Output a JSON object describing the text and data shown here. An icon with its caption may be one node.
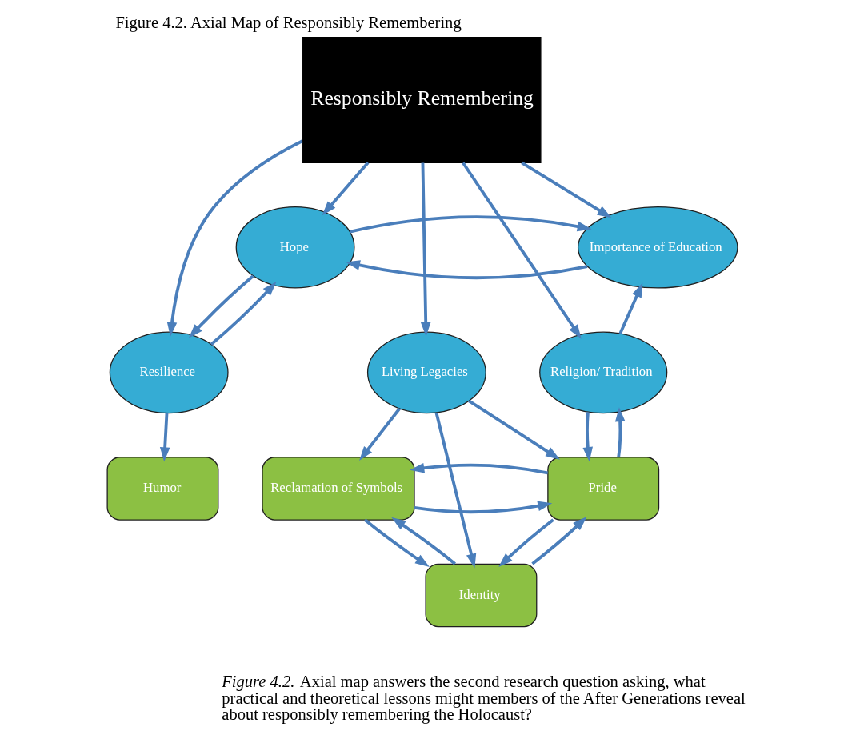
{
  "diagram": {
    "title": "Figure 4.2. Axial Map of Responsibly Remembering",
    "caption": "*Figure 4.2.* Axial map answers the second research question asking, what practical and theoretical lessons might members of the After Generations reveal about responsibly remembering the Holocaust?",
    "nodes": [
      {
        "text": [
          "Hope"
        ]
      },
      {
        "text": [
          "Importance of Education"
        ]
      },
      {
        "text": [
          "Responsibly Remembering"
        ]
      },
      {
        "text": [
          "Resilience"
        ]
      },
      {
        "text": [
          "Religion/ Tradition"
        ]
      },
      {
        "text": [
          "Living Legacies"
        ]
      },
      {
        "text": [
          "Humor"
        ]
      },
      {
        "text": [
          "Reclamation of Symbols"
        ]
      },
      {
        "text": [
          "Pride"
        ]
      },
      {
        "text": [
          "Identity"
        ]
      }
    ],
    "edges": [
      {
        "from": 1,
        "to": 0,
        "arrow": "to"
      },
      {
        "from": 0,
        "to": 1,
        "arrow": "to"
      },
      {
        "from": 2,
        "to": 0,
        "arrow": "to"
      },
      {
        "from": 2,
        "to": 1,
        "arrow": "to"
      },
      {
        "from": 3,
        "to": 0,
        "arrow": "to"
      },
      {
        "from": 0,
        "to": 3,
        "arrow": "to"
      },
      {
        "from": 2,
        "to": 3,
        "arrow": "to"
      },
      {
        "from": 4,
        "to": 1,
        "arrow": "to"
      },
      {
        "from": 2,
        "to": 4,
        "arrow": "to"
      },
      {
        "from": 2,
        "to": 5,
        "arrow": "to"
      },
      {
        "from": 3,
        "to": 6,
        "arrow": "to"
      },
      {
        "from": 5,
        "to": 7,
        "arrow": "to"
      },
      {
        "from": 5,
        "to": 8,
        "arrow": "to"
      },
      {
        "from": 5,
        "to": 9,
        "arrow": "to"
      },
      {
        "from": 8,
        "to": 4,
        "arrow": "to"
      },
      {
        "from": 4,
        "to": 8,
        "arrow": "to"
      },
      {
        "from": 7,
        "to": 8,
        "arrow": "to"
      },
      {
        "from": 8,
        "to": 7,
        "arrow": "to"
      },
      {
        "from": 7,
        "to": 9,
        "arrow": "to"
      },
      {
        "from": 9,
        "to": 7,
        "arrow": "to"
      },
      {
        "from": 9,
        "to": 8,
        "arrow": "to"
      },
      {
        "from": 8,
        "to": 9,
        "arrow": "to"
      }
    ]
  }
}
